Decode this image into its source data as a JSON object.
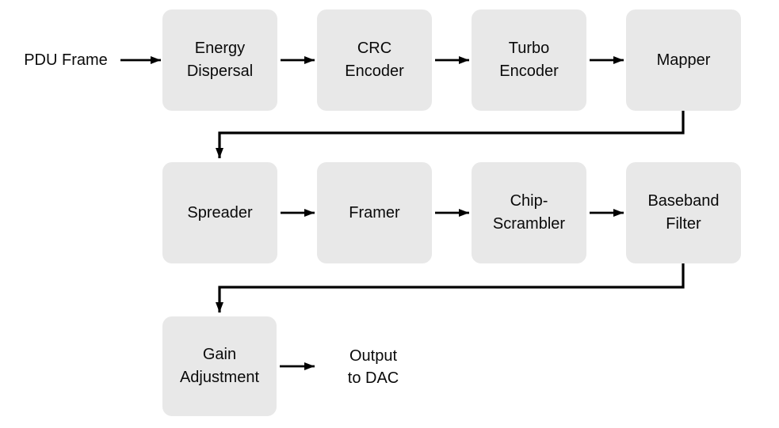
{
  "diagram": {
    "source_label": "PDU Frame",
    "sink_label": "Output\nto DAC",
    "blocks": [
      {
        "id": "energy-dispersal",
        "label": "Energy\nDispersal"
      },
      {
        "id": "crc-encoder",
        "label": "CRC\nEncoder"
      },
      {
        "id": "turbo-encoder",
        "label": "Turbo\nEncoder"
      },
      {
        "id": "mapper",
        "label": "Mapper"
      },
      {
        "id": "spreader",
        "label": "Spreader"
      },
      {
        "id": "framer",
        "label": "Framer"
      },
      {
        "id": "chip-scrambler",
        "label": "Chip-\nScrambler"
      },
      {
        "id": "baseband-filter",
        "label": "Baseband\nFilter"
      },
      {
        "id": "gain-adjustment",
        "label": "Gain\nAdjustment"
      }
    ],
    "colors": {
      "block_fill": "#e8e8e8",
      "line": "#000000",
      "text": "#0a0a0a",
      "bg": "#ffffff"
    }
  }
}
